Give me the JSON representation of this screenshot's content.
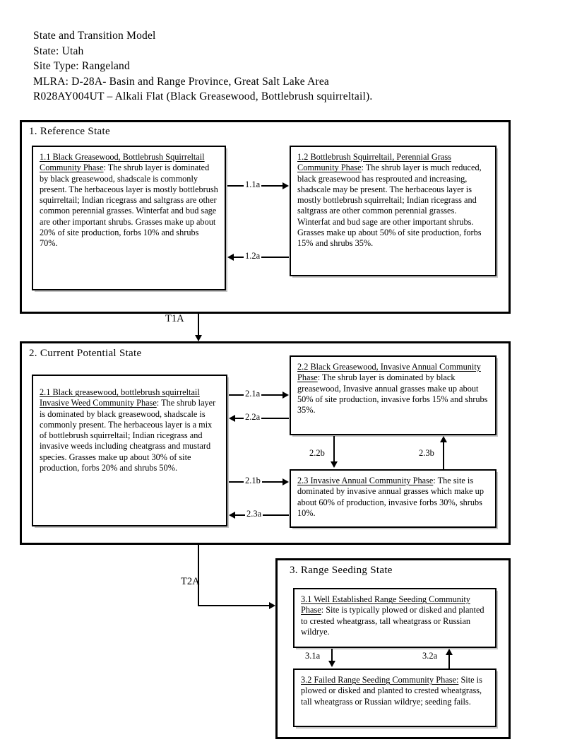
{
  "header": {
    "lines": [
      "State and Transition  Model",
      "State:  Utah",
      "Site  Type:  Rangeland",
      "MLRA:  D-28A- Basin  and Range  Province,  Great Salt Lake Area",
      "R028AY004UT – Alkali  Flat (Black  Greasewood,  Bottlebrush  squirreltail)."
    ]
  },
  "states": [
    {
      "id": "state-1",
      "title": "1. Reference  State",
      "phases": [
        {
          "id": "1.1",
          "title": "1.1 Black Greasewood,  Bottlebrush Squirreltail  Community  Phase",
          "body": ": The shrub layer is dominated by black greasewood, shadscale is commonly present.  The herbaceous layer is mostly bottlebrush squirreltail;  Indian ricegrass and saltgrass are other common  perennial grasses. Winterfat and bud sage are other important shrubs. Grasses make up about 20%  of site production, forbs 10%  and shrubs 70%."
        },
        {
          "id": "1.2",
          "title": "1.2 Bottlebrush Squirreltail,  Perennial  Grass Community  Phase",
          "body": ": The shrub layer is much reduced, black greasewood has resprouted and increasing, shadscale may be present. The herbaceous layer is mostly bottlebrush squirreltail;  Indian ricegrass and saltgrass are other common  perennial grasses. Winterfat and bud sage are other important shrubs.  Grasses make up about 50% of site production, forbs 15%  and shrubs 35%."
        }
      ]
    },
    {
      "id": "state-2",
      "title": "2. Current  Potential  State",
      "phases": [
        {
          "id": "2.1",
          "title": "2.1 Black  greasewood, bottlebrush squirreltail Invasive Weed Community Phase",
          "body": ": The shrub layer is  dominated by black greasewood, shadscale is commonly present.  The herbaceous layer is a mix  of bottlebrush squirreltail;  Indian ricegrass and invasive weeds including  cheatgrass and mustard species.  Grasses make up about 30%  of site production, forbs 20% and shrubs 50%."
        },
        {
          "id": "2.2",
          "title": "2.2 Black  Greasewood,  Invasive Annual Community  Phase",
          "body": ": The shrub layer is dominated by black  greasewood,  Invasive annual grasses  make up about 50%  of site production, invasive forbs 15%  and shrubs 35%."
        },
        {
          "id": "2.3",
          "title": "2.3  Invasive Annual Community  Phase",
          "body": ": The site is dominated by invasive annual grasses which make up about 60%  of production, invasive forbs 30%,  shrubs 10%."
        }
      ]
    },
    {
      "id": "state-3",
      "title": "3. Range  Seeding  State",
      "phases": [
        {
          "id": "3.1",
          "title": "3.1 Well Established Range Seeding Community  Phase",
          "body": ": Site is typically plowed or disked and planted to crested wheatgrass, tall wheatgrass or Russian wildrye."
        },
        {
          "id": "3.2",
          "title": "3.2 Failed Range Seeding Community Phase:",
          "body": " Site is plowed or disked and planted to crested wheatgrass, tall wheatgrass or Russian wildrye;  seeding fails."
        }
      ]
    }
  ],
  "connectors": {
    "c11a": "1.1a",
    "c12a": "1.2a",
    "c21a": "2.1a",
    "c22a": "2.2a",
    "c21b": "2.1b",
    "c23a": "2.3a",
    "c22b": "2.2b",
    "c23b": "2.3b",
    "c31a": "3.1a",
    "c32a": "3.2a"
  },
  "transitions": {
    "t1a": "T1A",
    "t2a": "T2A"
  },
  "colors": {
    "ink": "#000000",
    "paper": "#ffffff",
    "shadow": "#969696"
  }
}
